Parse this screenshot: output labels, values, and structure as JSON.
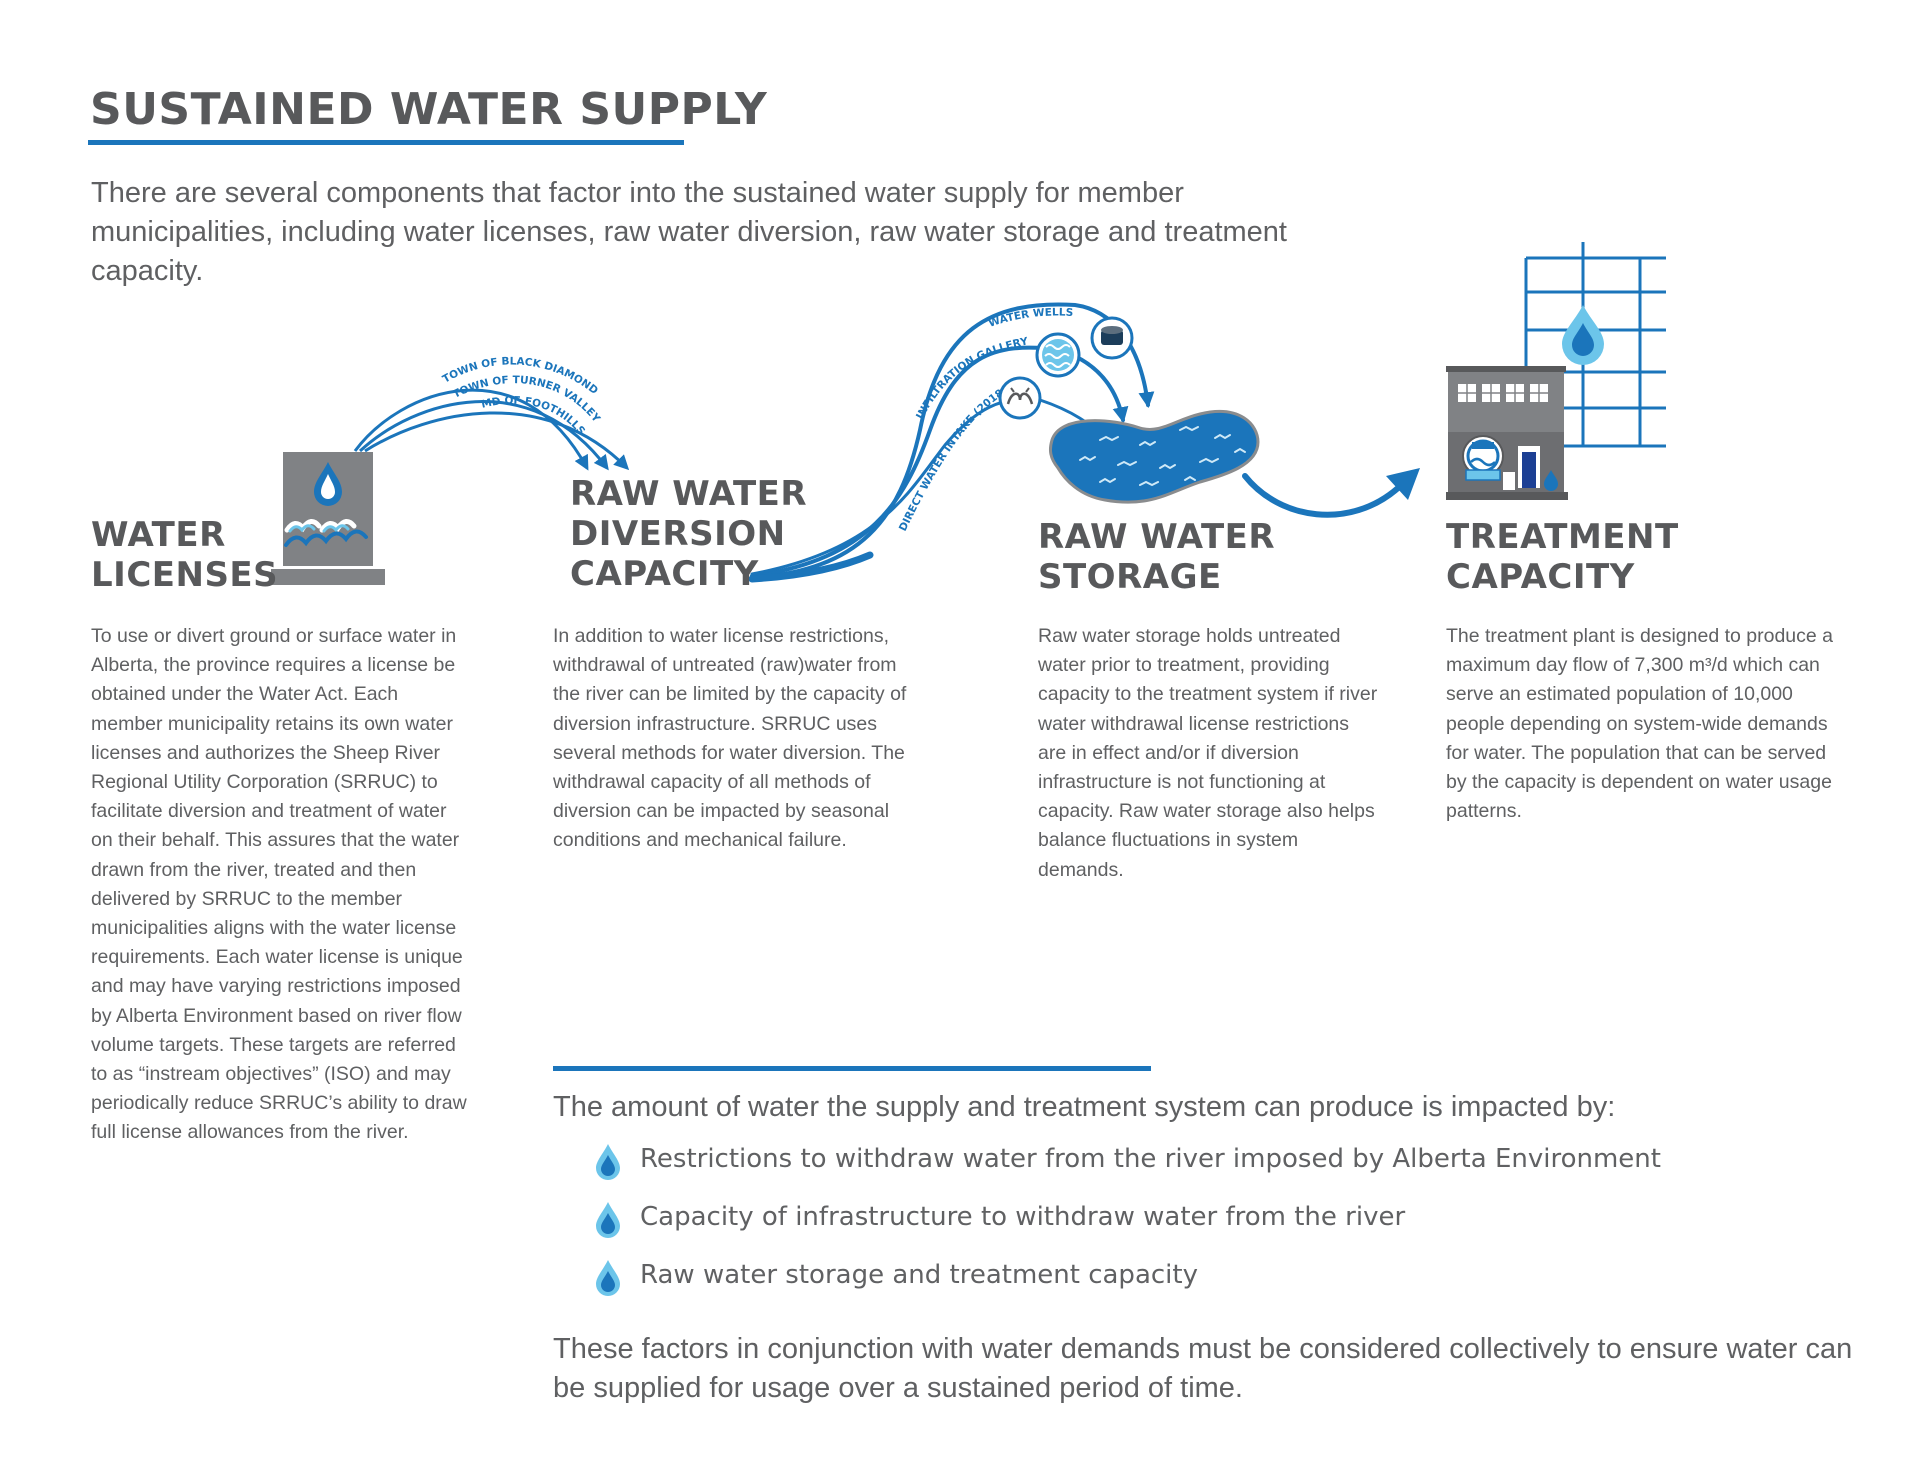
{
  "title": "SUSTAINED WATER SUPPLY",
  "intro": "There are several components that factor into the sustained water supply for member municipalities, including water licenses, raw water diversion, raw water storage and treatment capacity.",
  "sections": [
    {
      "heading_line1": "WATER",
      "heading_line2": "LICENSES",
      "body": "To use or divert ground or surface water in Alberta, the province requires a license be obtained under the Water Act. Each member municipality retains its own water licenses and authorizes the Sheep River Regional Utility Corporation (SRRUC) to facilitate diversion and treatment of water on their behalf. This assures that the water drawn from the river, treated and then delivered by SRRUC to the member municipalities aligns with the water license requirements. Each water license is unique and may have varying restrictions imposed by Alberta Environment based on river flow volume targets. These targets are referred to as “instream objectives” (ISO) and may periodically reduce SRRUC’s ability to draw full license allowances from the river."
    },
    {
      "heading_line1": "RAW WATER",
      "heading_line2": "DIVERSION",
      "heading_line3": "CAPACITY",
      "body": "In addition to water license restrictions, withdrawal of untreated (raw)water from the river can be limited by the capacity of diversion infrastructure. SRRUC uses several methods for water diversion.  The withdrawal capacity of all methods of diversion can be impacted by seasonal conditions and mechanical failure."
    },
    {
      "heading_line1": "RAW WATER",
      "heading_line2": "STORAGE",
      "body": "Raw water storage holds untreated water prior to treatment, providing capacity to the treatment system if river water withdrawal license restrictions are in effect and/or if diversion infrastructure is not functioning at capacity. Raw water storage also helps balance fluctuations in system demands."
    },
    {
      "heading_line1": "TREATMENT",
      "heading_line2": "CAPACITY",
      "body": "The treatment plant is designed to produce a maximum day flow of 7,300 m³/d which can serve an estimated population of 10,000 people depending on system-wide demands for water.  The population that can be served by the capacity is dependent on water usage patterns."
    }
  ],
  "diagram_labels": {
    "municipalities": [
      "TOWN OF BLACK DIAMOND",
      "TOWN OF TURNER VALLEY",
      "MD OF FOOTHILLS"
    ],
    "diversion_methods": [
      "WATER WELLS",
      "INFILTRATION GALLERY",
      "DIRECT WATER INTAKE (2018)"
    ]
  },
  "factors_lead": "The amount of water the supply and treatment system can produce is impacted by:",
  "factors": [
    "Restrictions to withdraw water from the river imposed by Alberta Environment",
    "Capacity of infrastructure to withdraw water from the river",
    "Raw water storage and treatment capacity"
  ],
  "closing": "These factors in conjunction with water demands must be considered collectively to ensure water can be supplied for usage over a sustained period of time.",
  "colors": {
    "accent_blue": "#1b75bb",
    "light_blue": "#6cc5ea",
    "heading_gray": "#58595b",
    "body_gray": "#5f6062",
    "icon_gray": "#808285"
  },
  "icons": [
    "water-drop-icon",
    "wave-icon",
    "water-well-icon",
    "infiltration-gallery-icon",
    "water-intake-icon",
    "reservoir-icon",
    "treatment-plant-icon"
  ]
}
